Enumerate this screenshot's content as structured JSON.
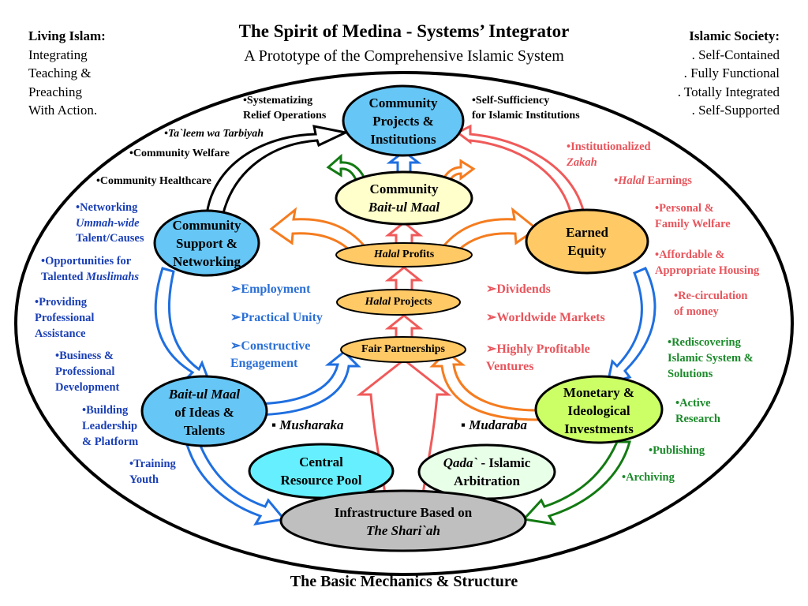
{
  "header": {
    "title": "The Spirit of Medina  -  Systems’ Integrator",
    "subtitle": "A Prototype of the Comprehensive Islamic System",
    "footer": "The Basic Mechanics & Structure"
  },
  "living_islam": {
    "heading": "Living Islam:",
    "lines": [
      "Integrating",
      "Teaching &",
      "Preaching",
      "With Action."
    ]
  },
  "islamic_society": {
    "heading": "Islamic Society:",
    "lines": [
      ". Self-Contained",
      ". Fully Functional",
      ". Totally Integrated",
      ". Self-Supported"
    ]
  },
  "nodes": {
    "community_projects": [
      "Community",
      "Projects &",
      "Institutions"
    ],
    "bait_ul_maal_top": [
      "Community",
      "Bait-ul Maal"
    ],
    "community_support": [
      "Community",
      "Support &",
      "Networking"
    ],
    "earned_equity": [
      "Earned",
      "Equity"
    ],
    "halal_profits": [
      "Halal",
      " Profits"
    ],
    "halal_projects": [
      "Halal",
      " Projects"
    ],
    "fair_partnerships": "Fair Partnerships",
    "bait_ul_maal_ideas": [
      "Bait-ul Maal",
      "of Ideas &",
      "Talents"
    ],
    "monetary_investments": [
      "Monetary &",
      "Ideological",
      "Investments"
    ],
    "central_resource": [
      "Central",
      "Resource Pool"
    ],
    "qada": [
      "Qada`",
      " - Islamic",
      "Arbitration"
    ],
    "infrastructure": [
      "Infrastructure Based on",
      "The Shari`ah"
    ]
  },
  "top_left_items": {
    "systematizing": [
      "•Systematizing",
      "Relief Operations"
    ],
    "taleem": "•Ta`leem wa Tarbiyah",
    "welfare": "•Community Welfare",
    "healthcare": "•Community Healthcare"
  },
  "top_right_items": {
    "self_sufficiency": [
      "•Self-Sufficiency",
      "for Islamic Institutions"
    ]
  },
  "left_items": {
    "networking": [
      "•Networking",
      "Ummah-wide",
      "Talent/Causes"
    ],
    "opportunities": [
      "•Opportunities for",
      "Talented ",
      "Muslimahs"
    ],
    "providing": [
      "•Providing",
      "Professional",
      "Assistance"
    ],
    "business": [
      "•Business &",
      "Professional",
      "Development"
    ],
    "building": [
      "•Building",
      "Leadership",
      "& Platform"
    ],
    "training": [
      "•Training",
      "Youth"
    ]
  },
  "right_red_items": {
    "zakah": [
      "•Institutionalized",
      "Zakah"
    ],
    "halal_earnings": [
      "•",
      "Halal",
      " Earnings"
    ],
    "personal": [
      "•Personal &",
      "Family Welfare"
    ],
    "housing": [
      "•Affordable &",
      "Appropriate Housing"
    ],
    "recirculation": [
      "•Re-circulation",
      "of money"
    ]
  },
  "right_green_items": {
    "rediscovering": [
      "•Rediscovering",
      "Islamic System &",
      "Solutions"
    ],
    "research": [
      "•Active",
      "Research"
    ],
    "publishing": "•Publishing",
    "archiving": "•Archiving"
  },
  "center_left_bullets": [
    "➢Employment",
    "➢Practical Unity",
    "➢Constructive",
    "Engagement"
  ],
  "center_right_bullets": [
    "➢Dividends",
    "➢Worldwide Markets",
    "➢Highly Profitable",
    "Ventures"
  ],
  "musharaka": "▪ Musharaka",
  "mudaraba": "▪ Mudaraba",
  "colors": {
    "blue_node": "#66c6f5",
    "yellow_node": "#ffffcc",
    "orange_node": "#ffc966",
    "green_node": "#ccff66",
    "cyan_node": "#66f0ff",
    "light_green_node": "#e8ffe8",
    "gray_node": "#bfbfbf",
    "blue_arrow": "#1f6fe0",
    "red_arrow": "#f05a5a",
    "orange_arrow": "#f57c1f",
    "green_arrow": "#127a12"
  }
}
